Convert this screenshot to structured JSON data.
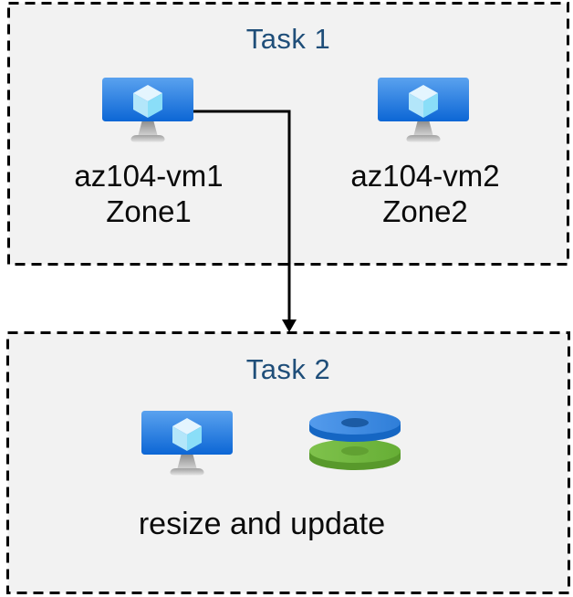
{
  "colors": {
    "page_background": "#ffffff",
    "box_fill": "#f2f2f2",
    "box_border": "#000000",
    "title_text": "#1f4e79",
    "label_text": "#0a0a0a",
    "connector": "#000000",
    "vm_screen_top": "#5aa2ef",
    "vm_screen_bottom": "#0c66d5",
    "disk_blue_top": "#4190e5",
    "disk_blue_side": "#1566c3",
    "disk_green_top": "#74b93e",
    "disk_green_side": "#58992b"
  },
  "task1": {
    "title": "Task 1",
    "vms": [
      {
        "name": "az104-vm1",
        "zone": "Zone1",
        "icon": "virtual-machine-icon"
      },
      {
        "name": "az104-vm2",
        "zone": "Zone2",
        "icon": "virtual-machine-icon"
      }
    ]
  },
  "task2": {
    "title": "Task 2",
    "caption": "resize and update",
    "icons": [
      "virtual-machine-icon",
      "managed-disks-icon"
    ]
  },
  "connector": {
    "style": "elbow-arrow-down",
    "from": "az104-vm1",
    "to": "Task 2"
  }
}
